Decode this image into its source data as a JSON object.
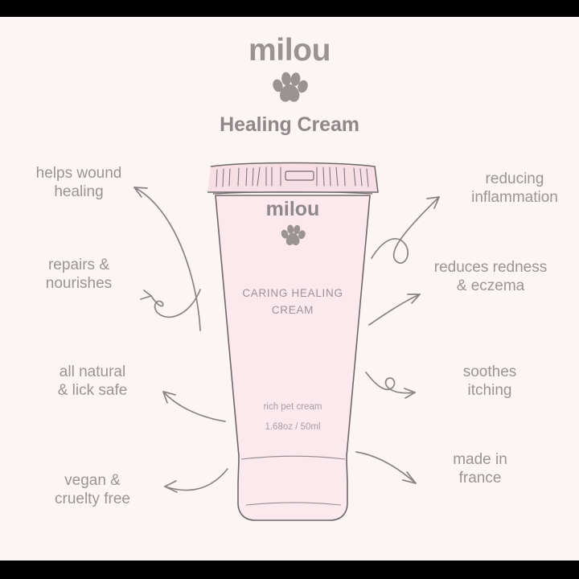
{
  "meta": {
    "background_color": "#fdf4f4",
    "letterbox_color": "#000000",
    "text_color": "#9c9395",
    "heading_color": "#8f8789",
    "tube_fill": "#fbe9ee",
    "tube_cap_fill": "#f8dfe6",
    "tube_outline": "#6f686a",
    "arrow_color": "#8a8284"
  },
  "header": {
    "brand": "milou",
    "paw_icon": "paw-print-icon",
    "product_title": "Healing Cream"
  },
  "product_tube": {
    "brand": "milou",
    "paw_icon": "paw-print-icon",
    "product_name": "CARING HEALING\nCREAM",
    "descriptor": "rich pet cream",
    "volume": "1.68oz / 50ml"
  },
  "annotations": {
    "left": [
      {
        "id": "helps-wound-healing",
        "text": "helps wound\nhealing",
        "arrow": "curved-arrow-left"
      },
      {
        "id": "repairs-nourishes",
        "text": "repairs &\nnourishes",
        "arrow": "looped-arrow-left"
      },
      {
        "id": "all-natural-lick-safe",
        "text": "all natural\n& lick safe",
        "arrow": "curved-arrow-left"
      },
      {
        "id": "vegan-cruelty-free",
        "text": "vegan &\ncruelty free",
        "arrow": "curved-arrow-left"
      }
    ],
    "right": [
      {
        "id": "reducing-inflammation",
        "text": "reducing\ninflammation",
        "arrow": "looped-arrow-right"
      },
      {
        "id": "reduces-redness",
        "text": "reduces redness\n& eczema",
        "arrow": "curved-arrow-right"
      },
      {
        "id": "soothes-itching",
        "text": "soothes\nitching",
        "arrow": "looped-arrow-right"
      },
      {
        "id": "made-in-france",
        "text": "made in\nfrance",
        "arrow": "curved-arrow-right"
      }
    ]
  }
}
